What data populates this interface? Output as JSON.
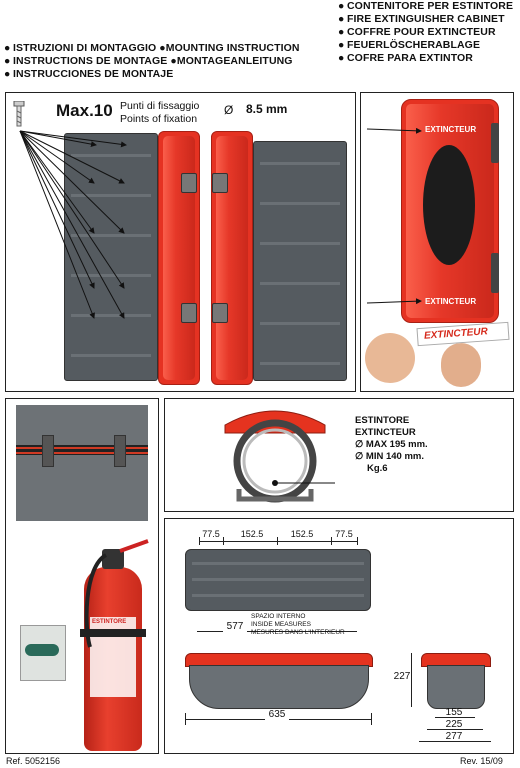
{
  "header": {
    "left": [
      "ISTRUZIONI DI MONTAGGIO",
      "MOUNTING INSTRUCTION",
      "INSTRUCTIONS DE MONTAGE",
      "MONTAGEANLEITUNG",
      "INSTRUCCIONES DE MONTAJE"
    ],
    "right": [
      "CONTENITORE PER ESTINTORE",
      "FIRE EXTINGUISHER CABINET",
      "COFFRE POUR EXTINCTEUR",
      "FEUERLÖSCHERABLAGE",
      "COFRE PARA EXTINTOR"
    ]
  },
  "fixation": {
    "max_label": "Max.10",
    "punti": "Punti di fissaggio",
    "points": "Points of fixation",
    "diameter_symbol": "Ø",
    "diameter_value": "8.5 mm"
  },
  "cabinet_labels": {
    "top": "EXTINCTEUR",
    "bottom": "EXTINCTEUR",
    "sticker": "EXTINCTEUR"
  },
  "extinguisher_spec": {
    "line1": "ESTINTORE",
    "line2": "EXTINCTEUR",
    "max": "∅ MAX 195 mm.",
    "min": "∅ MIN  140 mm.",
    "weight": "Kg.6"
  },
  "extinguisher_label": "ESTINTORE",
  "dimensions": {
    "d1": "77.5",
    "d2": "152.5",
    "d3": "152.5",
    "d4": "77.5",
    "inside_it": "SPAZIO INTERNO",
    "inside_en": "INSIDE MEASURES",
    "inside_fr": "MESURES DANS L'INTERIEUR",
    "inner_len": "577",
    "outer_len": "635",
    "height": "227",
    "w1": "155",
    "w2": "225",
    "w3": "277"
  },
  "footer": {
    "ref": "Ref.  5052156",
    "rev": "Rev.  15/09"
  }
}
